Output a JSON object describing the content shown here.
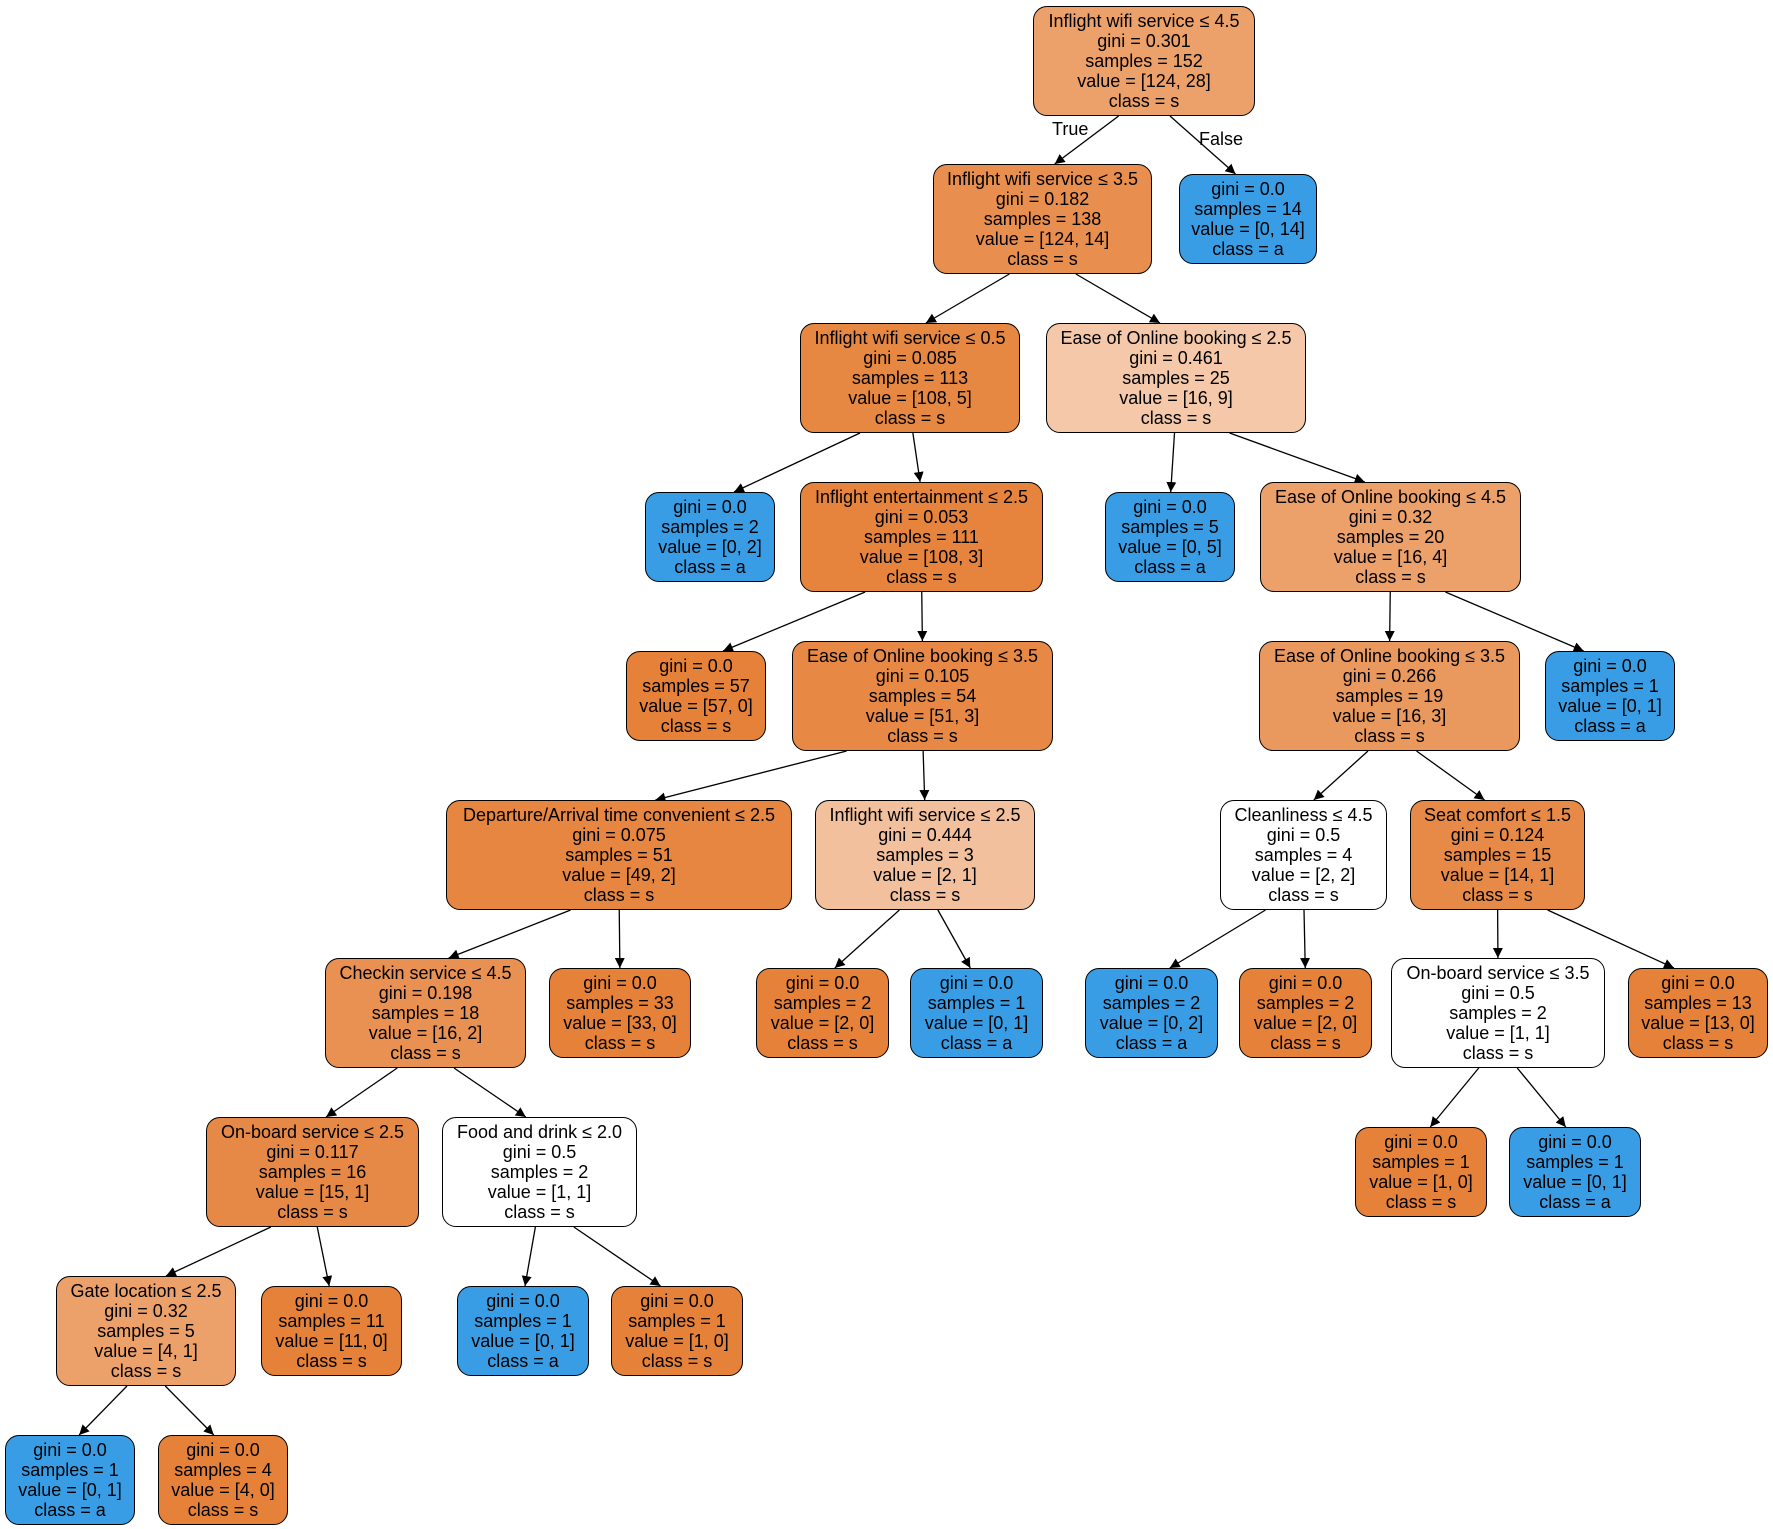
{
  "colors": {
    "class_s_strong": "#e58139",
    "class_s_medium": "#eca06a",
    "class_s_light": "#f4c8a9",
    "class_a": "#399de5",
    "neutral": "#ffffff"
  },
  "edge_labels": {
    "true": "True",
    "false": "False"
  },
  "nodes": [
    {
      "id": "n0",
      "lines": [
        "Inflight wifi service ≤ 4.5",
        "gini = 0.301",
        "samples = 152",
        "value = [124, 28]",
        "class = s"
      ],
      "fill": "#eca06a"
    },
    {
      "id": "n1",
      "lines": [
        "Inflight wifi service ≤ 3.5",
        "gini = 0.182",
        "samples = 138",
        "value = [124, 14]",
        "class = s"
      ],
      "fill": "#e88f4f"
    },
    {
      "id": "n2",
      "lines": [
        "gini = 0.0",
        "samples = 14",
        "value = [0, 14]",
        "class = a"
      ],
      "fill": "#399de5"
    },
    {
      "id": "n3",
      "lines": [
        "Inflight wifi service ≤ 0.5",
        "gini = 0.085",
        "samples = 113",
        "value = [108, 5]",
        "class = s"
      ],
      "fill": "#e68742"
    },
    {
      "id": "n4",
      "lines": [
        "Ease of Online booking ≤ 2.5",
        "gini = 0.461",
        "samples = 25",
        "value = [16, 9]",
        "class = s"
      ],
      "fill": "#f4c8a8"
    },
    {
      "id": "n5",
      "lines": [
        "gini = 0.0",
        "samples = 2",
        "value = [0, 2]",
        "class = a"
      ],
      "fill": "#399de5"
    },
    {
      "id": "n6",
      "lines": [
        "Inflight entertainment ≤ 2.5",
        "gini = 0.053",
        "samples = 111",
        "value = [108, 3]",
        "class = s"
      ],
      "fill": "#e6843e"
    },
    {
      "id": "n7",
      "lines": [
        "gini = 0.0",
        "samples = 5",
        "value = [0, 5]",
        "class = a"
      ],
      "fill": "#399de5"
    },
    {
      "id": "n8",
      "lines": [
        "Ease of Online booking ≤ 4.5",
        "gini = 0.32",
        "samples = 20",
        "value = [16, 4]",
        "class = s"
      ],
      "fill": "#eca06a"
    },
    {
      "id": "n9",
      "lines": [
        "gini = 0.0",
        "samples = 57",
        "value = [57, 0]",
        "class = s"
      ],
      "fill": "#e58139"
    },
    {
      "id": "n10",
      "lines": [
        "Ease of Online booking ≤ 3.5",
        "gini = 0.105",
        "samples = 54",
        "value = [51, 3]",
        "class = s"
      ],
      "fill": "#e78845"
    },
    {
      "id": "n11",
      "lines": [
        "Ease of Online booking ≤ 3.5",
        "gini = 0.266",
        "samples = 19",
        "value = [16, 3]",
        "class = s"
      ],
      "fill": "#ea995e"
    },
    {
      "id": "n12",
      "lines": [
        "gini = 0.0",
        "samples = 1",
        "value = [0, 1]",
        "class = a"
      ],
      "fill": "#399de5"
    },
    {
      "id": "n13",
      "lines": [
        "Departure/Arrival time convenient ≤ 2.5",
        "gini = 0.075",
        "samples = 51",
        "value = [49, 2]",
        "class = s"
      ],
      "fill": "#e68641"
    },
    {
      "id": "n14",
      "lines": [
        "Inflight wifi service ≤ 2.5",
        "gini = 0.444",
        "samples = 3",
        "value = [2, 1]",
        "class = s"
      ],
      "fill": "#f2c09c"
    },
    {
      "id": "n15",
      "lines": [
        "Cleanliness ≤ 4.5",
        "gini = 0.5",
        "samples = 4",
        "value = [2, 2]",
        "class = s"
      ],
      "fill": "#ffffff"
    },
    {
      "id": "n16",
      "lines": [
        "Seat comfort ≤ 1.5",
        "gini = 0.124",
        "samples = 15",
        "value = [14, 1]",
        "class = s"
      ],
      "fill": "#e78a47"
    },
    {
      "id": "n17",
      "lines": [
        "Checkin service ≤ 4.5",
        "gini = 0.198",
        "samples = 18",
        "value = [16, 2]",
        "class = s"
      ],
      "fill": "#e89152"
    },
    {
      "id": "n18",
      "lines": [
        "gini = 0.0",
        "samples = 33",
        "value = [33, 0]",
        "class = s"
      ],
      "fill": "#e58139"
    },
    {
      "id": "n19",
      "lines": [
        "gini = 0.0",
        "samples = 2",
        "value = [2, 0]",
        "class = s"
      ],
      "fill": "#e58139"
    },
    {
      "id": "n20",
      "lines": [
        "gini = 0.0",
        "samples = 1",
        "value = [0, 1]",
        "class = a"
      ],
      "fill": "#399de5"
    },
    {
      "id": "n21",
      "lines": [
        "gini = 0.0",
        "samples = 2",
        "value = [0, 2]",
        "class = a"
      ],
      "fill": "#399de5"
    },
    {
      "id": "n22",
      "lines": [
        "gini = 0.0",
        "samples = 2",
        "value = [2, 0]",
        "class = s"
      ],
      "fill": "#e58139"
    },
    {
      "id": "n23",
      "lines": [
        "On-board service ≤ 3.5",
        "gini = 0.5",
        "samples = 2",
        "value = [1, 1]",
        "class = s"
      ],
      "fill": "#ffffff"
    },
    {
      "id": "n24",
      "lines": [
        "gini = 0.0",
        "samples = 13",
        "value = [13, 0]",
        "class = s"
      ],
      "fill": "#e58139"
    },
    {
      "id": "n25",
      "lines": [
        "On-board service ≤ 2.5",
        "gini = 0.117",
        "samples = 16",
        "value = [15, 1]",
        "class = s"
      ],
      "fill": "#e78946"
    },
    {
      "id": "n26",
      "lines": [
        "Food and drink ≤ 2.0",
        "gini = 0.5",
        "samples = 2",
        "value = [1, 1]",
        "class = s"
      ],
      "fill": "#ffffff"
    },
    {
      "id": "n27",
      "lines": [
        "gini = 0.0",
        "samples = 1",
        "value = [1, 0]",
        "class = s"
      ],
      "fill": "#e58139"
    },
    {
      "id": "n28",
      "lines": [
        "gini = 0.0",
        "samples = 1",
        "value = [0, 1]",
        "class = a"
      ],
      "fill": "#399de5"
    },
    {
      "id": "n29",
      "lines": [
        "Gate location ≤ 2.5",
        "gini = 0.32",
        "samples = 5",
        "value = [4, 1]",
        "class = s"
      ],
      "fill": "#eca06a"
    },
    {
      "id": "n30",
      "lines": [
        "gini = 0.0",
        "samples = 11",
        "value = [11, 0]",
        "class = s"
      ],
      "fill": "#e58139"
    },
    {
      "id": "n31",
      "lines": [
        "gini = 0.0",
        "samples = 1",
        "value = [0, 1]",
        "class = a"
      ],
      "fill": "#399de5"
    },
    {
      "id": "n32",
      "lines": [
        "gini = 0.0",
        "samples = 1",
        "value = [1, 0]",
        "class = s"
      ],
      "fill": "#e58139"
    },
    {
      "id": "n33",
      "lines": [
        "gini = 0.0",
        "samples = 1",
        "value = [0, 1]",
        "class = a"
      ],
      "fill": "#399de5"
    },
    {
      "id": "n34",
      "lines": [
        "gini = 0.0",
        "samples = 4",
        "value = [4, 0]",
        "class = s"
      ],
      "fill": "#e58139"
    }
  ],
  "edges": [
    [
      "n0",
      "n1"
    ],
    [
      "n0",
      "n2"
    ],
    [
      "n1",
      "n3"
    ],
    [
      "n1",
      "n4"
    ],
    [
      "n3",
      "n5"
    ],
    [
      "n3",
      "n6"
    ],
    [
      "n4",
      "n7"
    ],
    [
      "n4",
      "n8"
    ],
    [
      "n6",
      "n9"
    ],
    [
      "n6",
      "n10"
    ],
    [
      "n8",
      "n11"
    ],
    [
      "n8",
      "n12"
    ],
    [
      "n10",
      "n13"
    ],
    [
      "n10",
      "n14"
    ],
    [
      "n11",
      "n15"
    ],
    [
      "n11",
      "n16"
    ],
    [
      "n13",
      "n17"
    ],
    [
      "n13",
      "n18"
    ],
    [
      "n14",
      "n19"
    ],
    [
      "n14",
      "n20"
    ],
    [
      "n15",
      "n21"
    ],
    [
      "n15",
      "n22"
    ],
    [
      "n16",
      "n23"
    ],
    [
      "n16",
      "n24"
    ],
    [
      "n17",
      "n25"
    ],
    [
      "n17",
      "n26"
    ],
    [
      "n23",
      "n27"
    ],
    [
      "n23",
      "n28"
    ],
    [
      "n25",
      "n29"
    ],
    [
      "n25",
      "n30"
    ],
    [
      "n26",
      "n31"
    ],
    [
      "n26",
      "n32"
    ],
    [
      "n29",
      "n33"
    ],
    [
      "n29",
      "n34"
    ]
  ]
}
